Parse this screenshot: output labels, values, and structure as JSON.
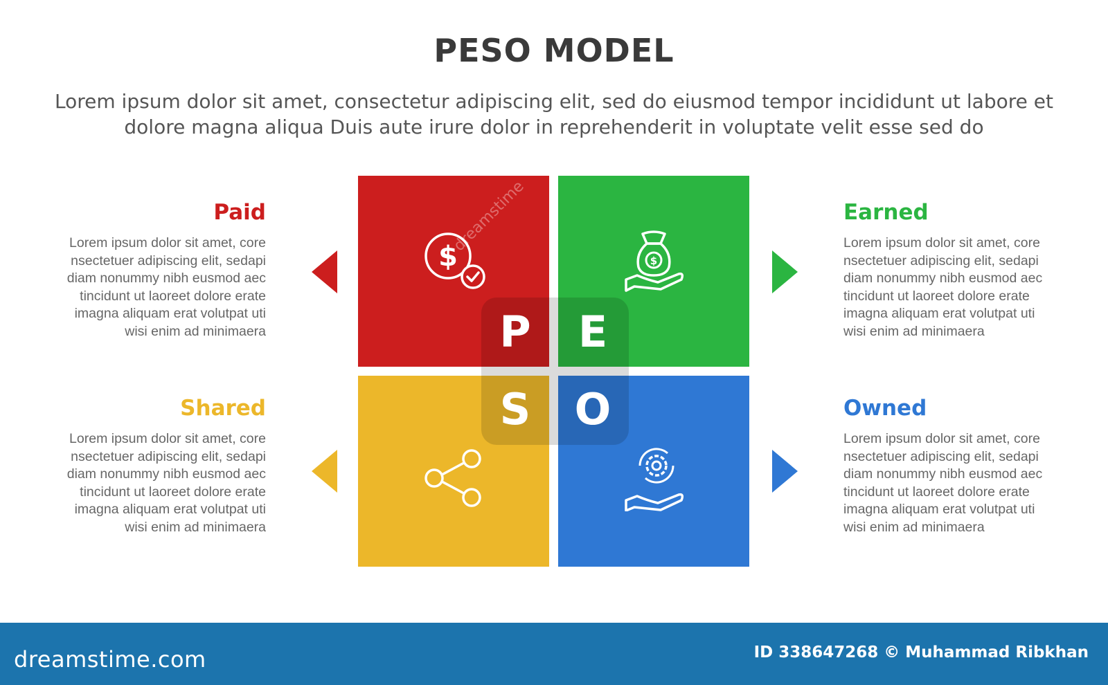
{
  "header": {
    "title": "PESO MODEL",
    "subtitle": "Lorem ipsum dolor sit amet, consectetur adipiscing elit, sed do eiusmod tempor incididunt ut labore et dolore magna aliqua Duis aute irure dolor in reprehenderit in voluptate velit esse sed do"
  },
  "quadrants": [
    {
      "key": "paid",
      "letter": "P",
      "title": "Paid",
      "color": "#cc1e1e",
      "icon": "dollar-check-icon",
      "text": "Lorem ipsum dolor sit amet, core nsectetuer adipiscing elit, sedapi diam nonummy nibh eusmod aec tincidunt ut laoreet dolore erate imagna aliquam erat volutpat uti wisi enim ad minimaera"
    },
    {
      "key": "earned",
      "letter": "E",
      "title": "Earned",
      "color": "#2bb541",
      "icon": "money-bag-hand-icon",
      "text": "Lorem ipsum dolor sit amet, core nsectetuer adipiscing elit, sedapi diam nonummy nibh eusmod aec tincidunt ut laoreet dolore erate imagna aliquam erat volutpat uti wisi enim ad minimaera"
    },
    {
      "key": "shared",
      "letter": "S",
      "title": "Shared",
      "color": "#ecb72a",
      "icon": "share-icon",
      "text": "Lorem ipsum dolor sit amet, core nsectetuer adipiscing elit, sedapi diam nonummy nibh eusmod aec tincidunt ut laoreet dolore erate imagna aliquam erat volutpat uti wisi enim ad minimaera"
    },
    {
      "key": "owned",
      "letter": "O",
      "title": "Owned",
      "color": "#2f78d4",
      "icon": "gear-hand-icon",
      "text": "Lorem ipsum dolor sit amet, core nsectetuer adipiscing elit, sedapi diam nonummy nibh eusmod aec tincidunt ut laoreet dolore erate imagna aliquam erat volutpat uti wisi enim ad minimaera"
    }
  ],
  "footer": {
    "brand": "dreamstime.com",
    "credit": "ID 338647268 © Muhammad Ribkhan",
    "background": "#1c74ad"
  },
  "watermark": "dreamstime"
}
